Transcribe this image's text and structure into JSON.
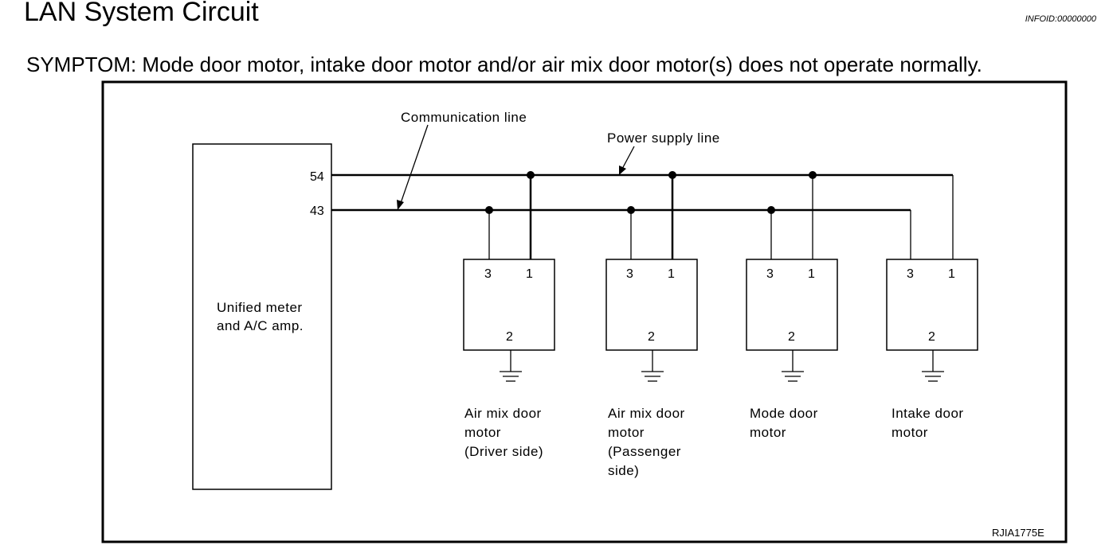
{
  "header": {
    "title": "LAN System Circuit",
    "info_id": "INFOID:00000000",
    "symptom": "SYMPTOM: Mode door motor, intake door motor and/or air mix door motor(s) does not operate normally."
  },
  "diagram": {
    "amp": {
      "lines": [
        "Unified meter",
        "and A/C amp."
      ]
    },
    "terminals": {
      "power": "54",
      "comm": "43"
    },
    "callouts": {
      "communication_line": "Communication line",
      "power_supply_line": "Power supply line"
    },
    "motors": [
      {
        "pins": [
          "3",
          "1",
          "2"
        ],
        "label_lines": [
          "Air mix door",
          "motor",
          "(Driver side)"
        ]
      },
      {
        "pins": [
          "3",
          "1",
          "2"
        ],
        "label_lines": [
          "Air mix door",
          "motor",
          "(Passenger",
          "side)"
        ]
      },
      {
        "pins": [
          "3",
          "1",
          "2"
        ],
        "label_lines": [
          "Mode door",
          "motor"
        ]
      },
      {
        "pins": [
          "3",
          "1",
          "2"
        ],
        "label_lines": [
          "Intake door",
          "motor"
        ]
      }
    ],
    "figure_code": "RJIA1775E"
  }
}
